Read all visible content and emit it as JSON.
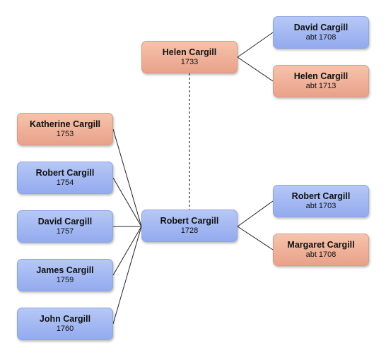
{
  "person": {
    "name": "Robert Cargill",
    "date": "1728",
    "sex": "male"
  },
  "spouse": {
    "name": "Helen Cargill",
    "date": "1733",
    "sex": "female"
  },
  "spouse_parents": [
    {
      "name": "David Cargill",
      "date": "abt 1708",
      "sex": "male"
    },
    {
      "name": "Helen Cargill",
      "date": "abt 1713",
      "sex": "female"
    }
  ],
  "parents": [
    {
      "name": "Robert Cargill",
      "date": "abt 1703",
      "sex": "male"
    },
    {
      "name": "Margaret Cargill",
      "date": "abt 1708",
      "sex": "female"
    }
  ],
  "children": [
    {
      "name": "Katherine Cargill",
      "date": "1753",
      "sex": "female"
    },
    {
      "name": "Robert Cargill",
      "date": "1754",
      "sex": "male"
    },
    {
      "name": "David Cargill",
      "date": "1757",
      "sex": "male"
    },
    {
      "name": "James Cargill",
      "date": "1759",
      "sex": "male"
    },
    {
      "name": "John Cargill",
      "date": "1760",
      "sex": "male"
    }
  ],
  "colors": {
    "male": "#a5b9f2",
    "female": "#efb29a",
    "line": "#222222",
    "marriage_line": "#555555"
  }
}
